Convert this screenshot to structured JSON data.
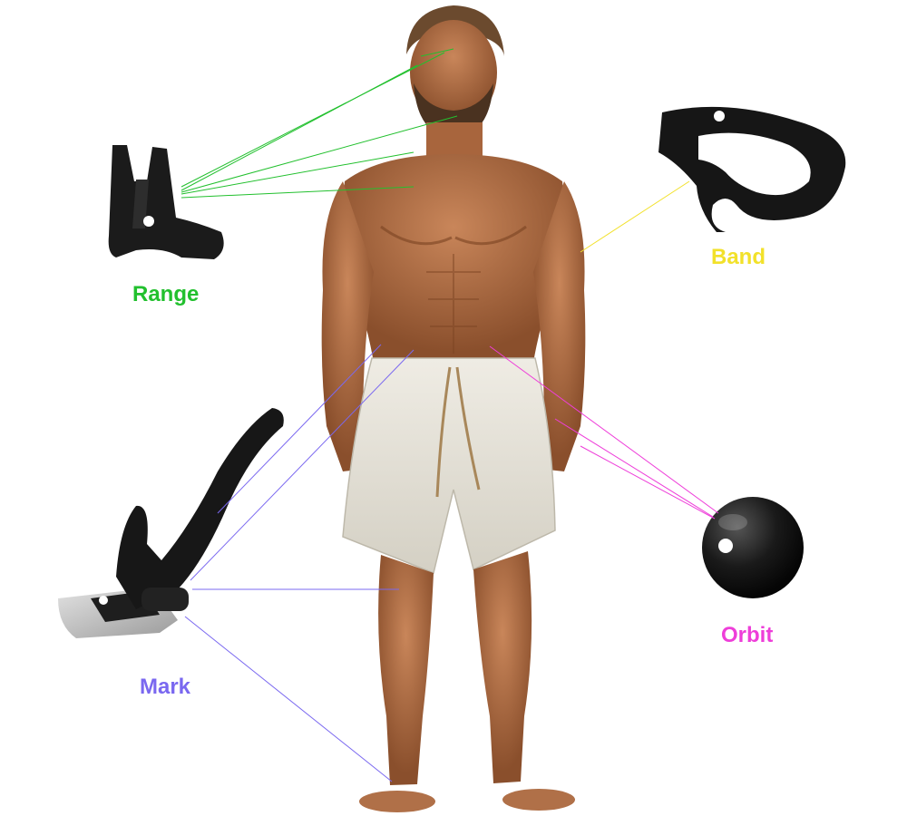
{
  "products": {
    "range": {
      "label": "Range",
      "color": "#22c02e"
    },
    "band": {
      "label": "Band",
      "color": "#f2e12a"
    },
    "orbit": {
      "label": "Orbit",
      "color": "#ee3ed9"
    },
    "mark": {
      "label": "Mark",
      "color": "#7a68f0"
    }
  },
  "icons": {
    "brand_logo": "aletha-logo-icon"
  }
}
